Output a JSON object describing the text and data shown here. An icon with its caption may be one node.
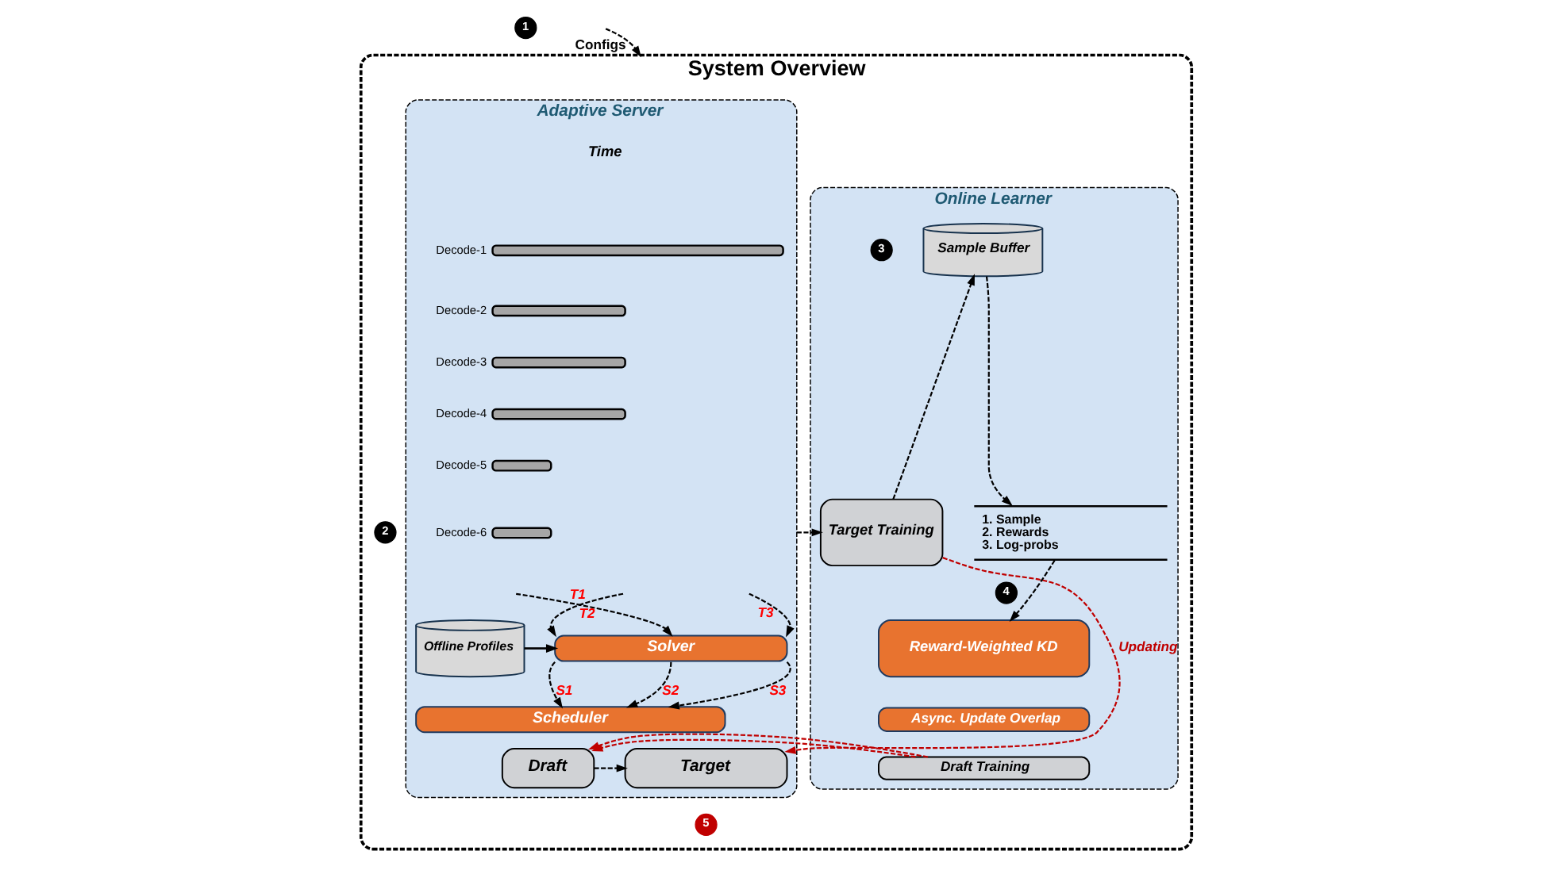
{
  "diagram": {
    "nodes": [
      {
        "text": [
          "1"
        ]
      },
      {
        "text": [
          "System Overview"
        ]
      },
      {
        "text": [
          "Adaptive Server"
        ],
        "in": 1
      },
      {
        "text": [],
        "shape": "bar",
        "beside": [
          "Decode-1"
        ],
        "in": 2
      },
      {
        "text": [],
        "shape": "bar",
        "beside": [
          "Decode-2"
        ],
        "in": 2
      },
      {
        "text": [],
        "shape": "bar",
        "beside": [
          "Decode-3"
        ],
        "in": 2
      },
      {
        "text": [],
        "shape": "bar",
        "beside": [
          "Decode-4"
        ],
        "in": 2
      },
      {
        "text": [],
        "shape": "bar",
        "beside": [
          "Decode-5"
        ],
        "in": 2
      },
      {
        "text": [],
        "shape": "bar",
        "beside": [
          "Decode-6"
        ],
        "in": 2
      },
      {
        "text": [
          "Offline Profiles"
        ],
        "in": 2
      },
      {
        "text": [
          "Solver"
        ],
        "in": 2
      },
      {
        "text": [
          "Scheduler"
        ],
        "in": 2
      },
      {
        "text": [
          "Draft"
        ],
        "in": 2
      },
      {
        "text": [
          "Target"
        ],
        "in": 2
      },
      {
        "text": [
          "2"
        ],
        "in": 1
      },
      {
        "text": [
          "Online Learner"
        ],
        "in": 1
      },
      {
        "text": [
          "3"
        ],
        "in": 15
      },
      {
        "text": [
          "Sample Buffer"
        ],
        "in": 15
      },
      {
        "text": [
          "Target Training"
        ],
        "in": 15
      },
      {
        "text": [
          "1. Sample",
          "2. Rewards",
          "3. Log-probs"
        ],
        "in": 15
      },
      {
        "text": [
          "4"
        ],
        "in": 15
      },
      {
        "text": [
          "Reward-Weighted KD"
        ],
        "in": 15
      },
      {
        "text": [
          "Async. Update Overlap"
        ],
        "in": 15
      },
      {
        "text": [
          "Draft Training"
        ],
        "in": 15
      },
      {
        "text": [
          "5"
        ],
        "in": 1
      }
    ],
    "edges": [
      {
        "from": null,
        "to": 1,
        "arrow": "to",
        "style": "dashed",
        "label": "Configs"
      },
      {
        "from": 2,
        "to": 18,
        "arrow": "to",
        "style": "dashed"
      },
      {
        "from": 18,
        "to": 17,
        "arrow": "to",
        "style": "dashed"
      },
      {
        "from": 17,
        "to": 19,
        "arrow": "to",
        "style": "dashed"
      },
      {
        "from": 19,
        "to": 21,
        "arrow": "to",
        "style": "dashed"
      },
      {
        "from": null,
        "to": 10,
        "arrow": "to",
        "style": "dashed",
        "label": "T1"
      },
      {
        "from": null,
        "to": 10,
        "arrow": "to",
        "style": "dashed",
        "label": "T2"
      },
      {
        "from": null,
        "to": 10,
        "arrow": "to",
        "style": "dashed",
        "label": "T3"
      },
      {
        "from": 9,
        "to": 10,
        "arrow": "to"
      },
      {
        "from": 10,
        "to": 11,
        "arrow": "to",
        "style": "dashed",
        "label": "S1"
      },
      {
        "from": 10,
        "to": 11,
        "arrow": "to",
        "style": "dashed",
        "label": "S2"
      },
      {
        "from": 10,
        "to": 11,
        "arrow": "to",
        "style": "dashed",
        "label": "S3"
      },
      {
        "from": 12,
        "to": 13,
        "arrow": "to",
        "style": "dashed"
      },
      {
        "from": 18,
        "to": 13,
        "arrow": "to",
        "style": "dashed",
        "color": "#c00000",
        "label": "Updating"
      },
      {
        "from": 23,
        "to": 12,
        "arrow": "to",
        "style": "dashed",
        "color": "#c00000"
      }
    ],
    "labels": [
      "Time"
    ]
  }
}
